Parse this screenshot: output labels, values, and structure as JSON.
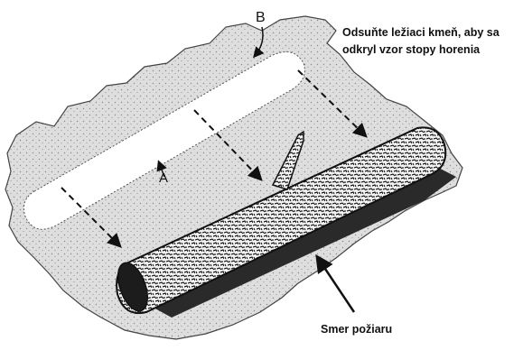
{
  "annotation": {
    "line1": "Odsuňte ležiaci kmeň, aby sa",
    "line2": "odkryl vzor stopy horenia"
  },
  "fire_direction_label": "Smer požiaru",
  "marker_a": "A",
  "marker_b": "B",
  "colors": {
    "burned_area": "#dcdcdc",
    "ink": "#111111",
    "unburned_strip": "#ffffff"
  }
}
